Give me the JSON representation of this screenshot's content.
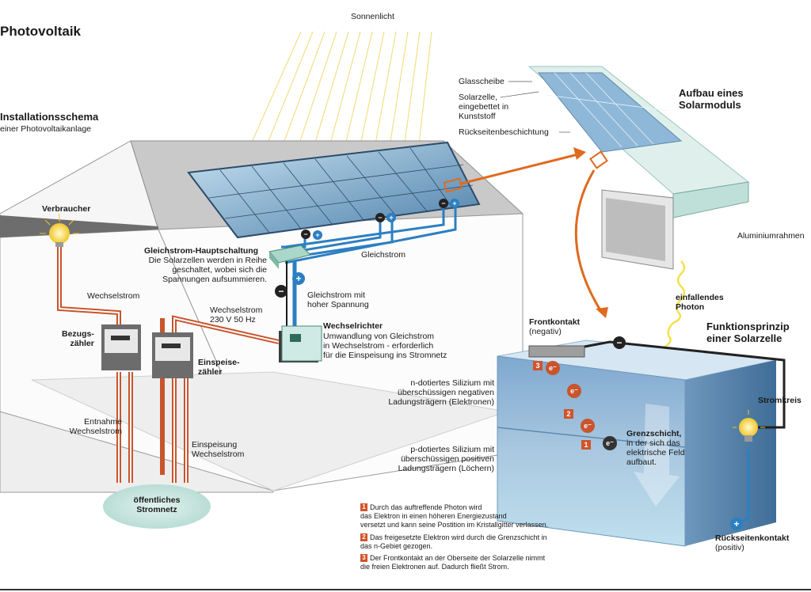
{
  "title": "Photovoltaik",
  "sunlight_label": "Sonnenlicht",
  "installation": {
    "title": "Installationsschema",
    "subtitle": "einer Photovoltaikanlage",
    "consumer_label": "Verbraucher",
    "ac_label": "Wechselstrom",
    "supply_meter": "Bezugs-\nzähler",
    "feed_meter": "Einspeise-\nzähler",
    "ac_230": "Wechselstrom\n230 V 50 Hz",
    "dc_main_title": "Gleichstrom-Hauptschaltung",
    "dc_main_desc": "Die Solarzellen werden in Reihe\ngeschaltet, wobei sich die\nSpannungen aufsummieren.",
    "dc_label": "Gleichstrom",
    "dc_high": "Gleichstrom mit\nhoher Spannung",
    "inverter_title": "Wechselrichter",
    "inverter_desc": "Umwandlung von Gleichstrom\nin Wechselstrom - erforderlich\nfür die Einspeisung ins Stromnetz",
    "withdrawal": "Entnahme\nWechselstrom",
    "feed_in": "Einspeisung\nWechselstrom",
    "public_grid": "öffentliches\nStromnetz"
  },
  "module": {
    "title": "Aufbau eines\nSolarmoduls",
    "glass": "Glasscheibe",
    "cell": "Solarzelle,\neingebettet in\nKunststoff",
    "backsheet": "Rückseitenbeschichtung",
    "frame": "Aluminiumrahmen",
    "photon": "einfallendes\nPhoton"
  },
  "cell": {
    "title": "Funktionsprinzip\neiner Solarzelle",
    "front_contact": "Frontkontakt",
    "front_pol": "(negativ)",
    "n_doped": "n-dotiertes Silizium mit\nüberschüssigen negativen\nLadungsträgern (Elektronen)",
    "p_doped": "p-dotiertes Silizium mit\nüberschüssigen positiven\nLadungsträgern (Löchern)",
    "boundary_title": "Grenzschicht,",
    "boundary_desc": "in der sich das\nelektrische Feld\naufbaut.",
    "circuit": "Stromkreis",
    "back_contact": "Rückseitenkontakt",
    "back_pol": "(positiv)"
  },
  "legend": [
    {
      "num": "1",
      "text": "Durch das auftreffende Photon wird\ndas Elektron in einen höheren Energiezustand\nversetzt und kann seine Postition im Kristallgitter verlassen."
    },
    {
      "num": "2",
      "text": "Das freigesetzte Elektron wird durch die Grenzschicht in\ndas n-Gebiet gezogen."
    },
    {
      "num": "3",
      "text": "Der Frontkontakt an der Oberseite der Solarzelle nimmt\ndie freien Elektronen auf. Dadurch fließt Strom."
    }
  ],
  "colors": {
    "wire_ac": "#c8552d",
    "wire_dc": "#2c7fc1",
    "panel": "#3f6f96",
    "badge": "#d2542a"
  }
}
